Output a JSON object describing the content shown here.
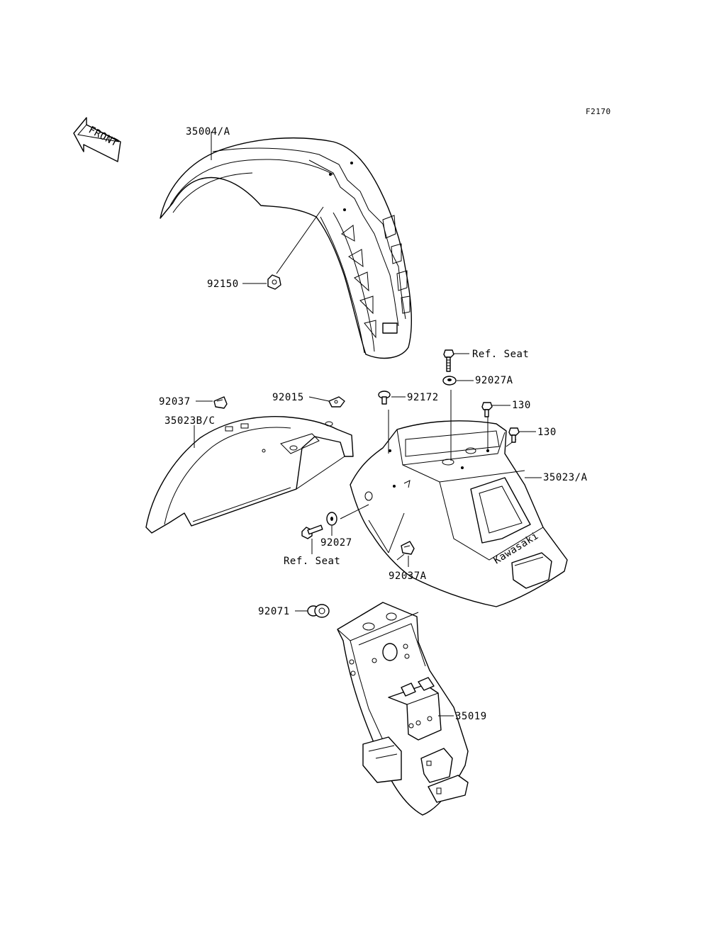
{
  "figure_code": "F2170",
  "front_arrow": {
    "text": "FRONT",
    "icon": "front-direction-arrow-icon"
  },
  "labels": {
    "front_fender": "35004/A",
    "bolt_front": "92150",
    "clip": "92037",
    "nut": "92015",
    "inner_fender": "35023B/C",
    "ref_seat_top": "Ref. Seat",
    "washer_a": "92027A",
    "rivet": "92172",
    "bolt_130_a": "130",
    "bolt_130_b": "130",
    "rear_fender": "35023/A",
    "ref_seat_bottom": "Ref. Seat",
    "washer": "92027",
    "clip_a": "92037A",
    "grommet": "92071",
    "flap": "35019"
  },
  "decal_text": "Kawasaki"
}
